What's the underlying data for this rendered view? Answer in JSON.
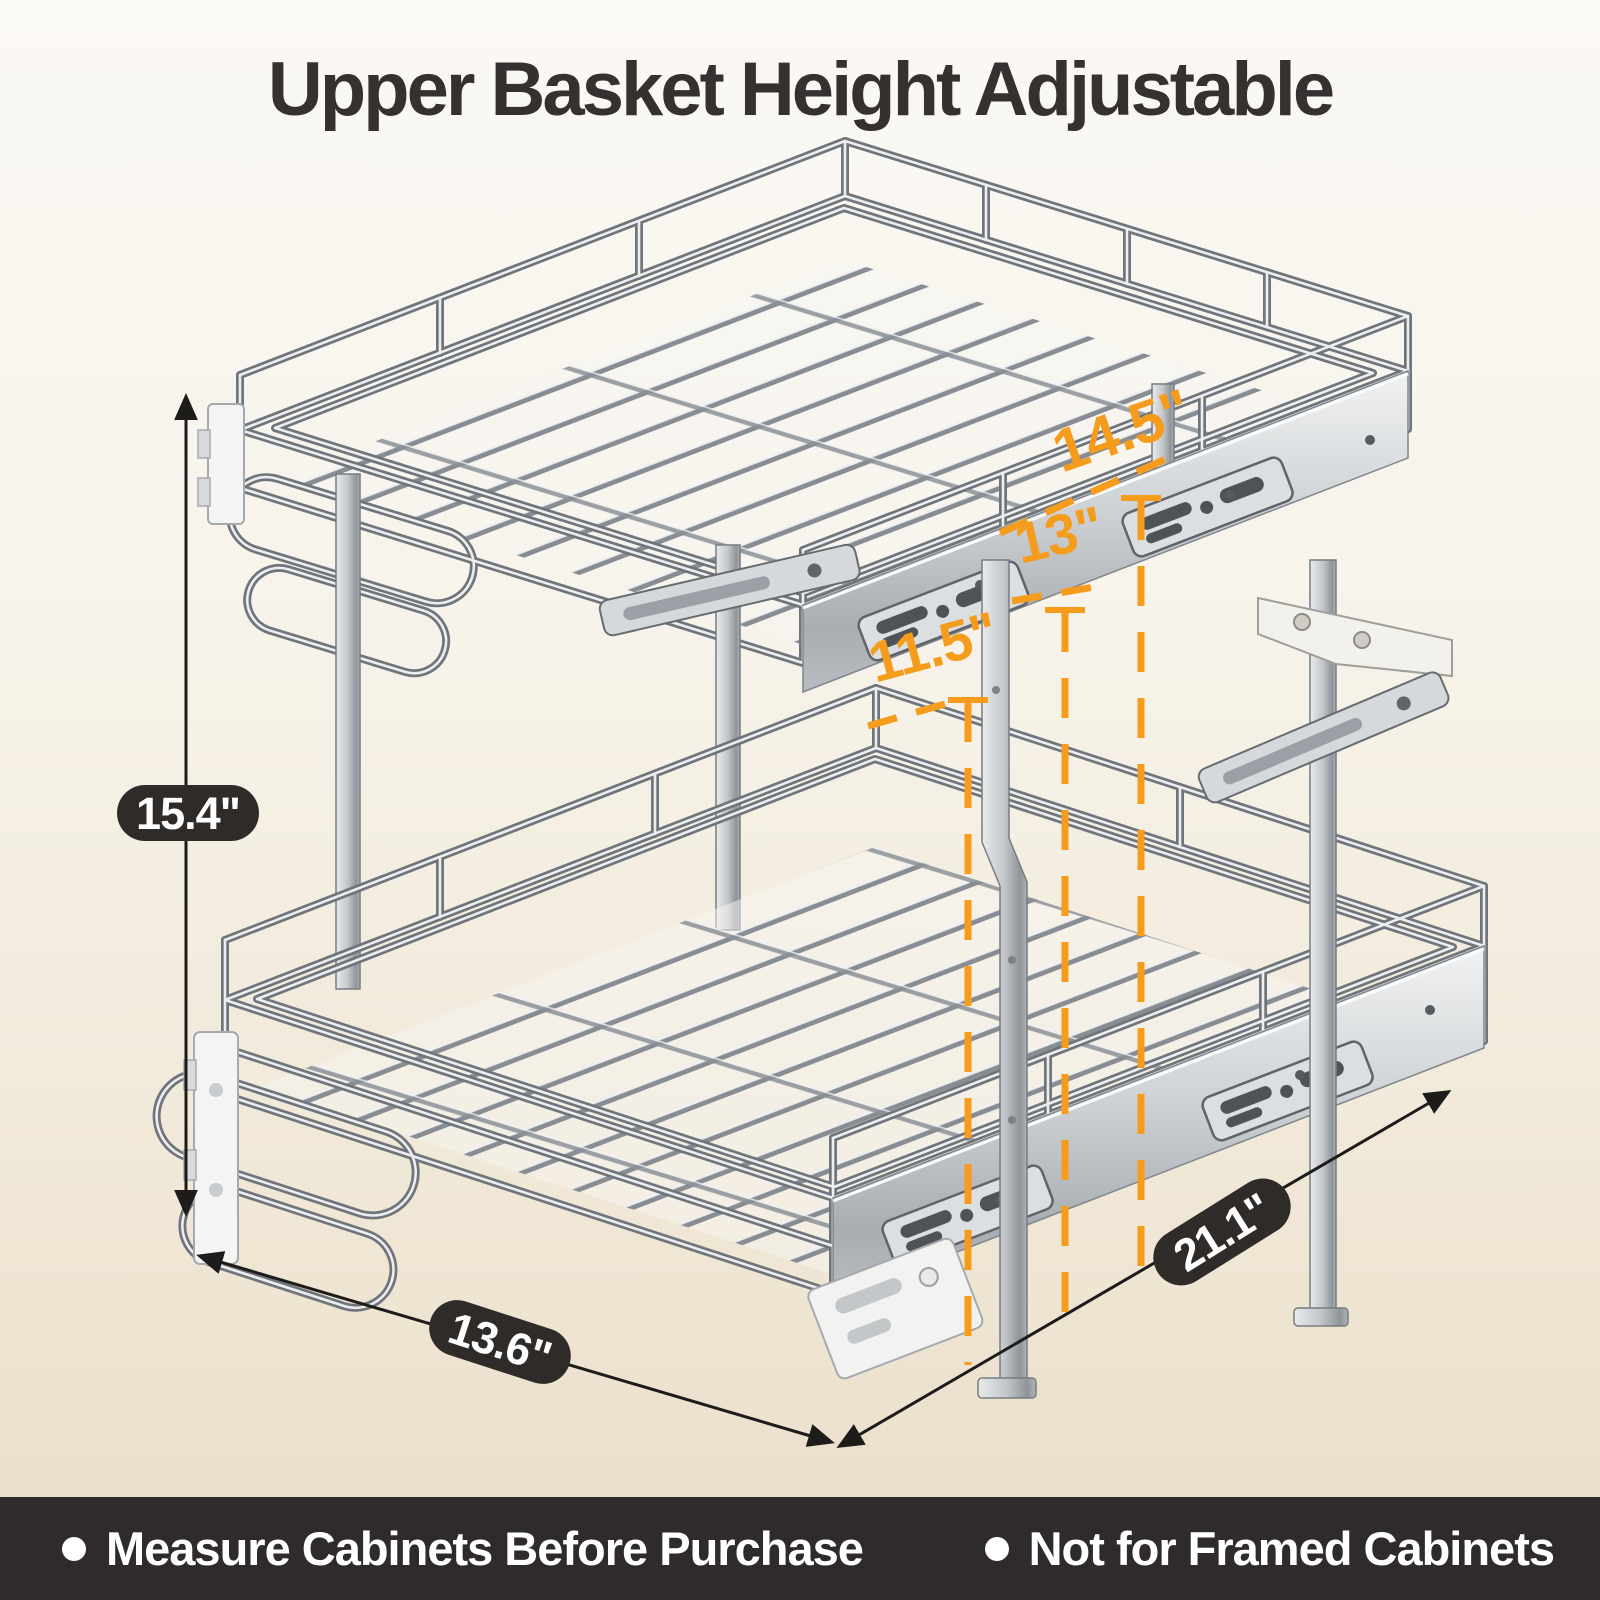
{
  "title": "Upper Basket Height Adjustable",
  "dimensions": {
    "overall_height": "15.4\"",
    "basket_width": "13.6\"",
    "basket_depth": "21.1\"",
    "adjustable_heights": [
      "11.5\"",
      "13\"",
      "14.5\""
    ]
  },
  "footer": {
    "items": [
      "Measure Cabinets Before Purchase",
      "Not for Framed Cabinets"
    ]
  },
  "colors": {
    "accent_orange": "#F59C1C",
    "badge_background": "#2F2B29",
    "footer_background": "#2F2B2A",
    "title_color": "#343130",
    "background_top": "#FBF9F5",
    "background_bottom": "#E9DDC8"
  }
}
